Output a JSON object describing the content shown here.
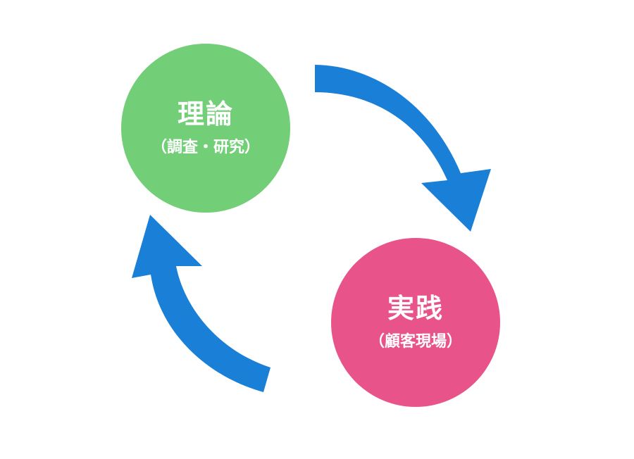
{
  "colors": {
    "background": "#ffffff",
    "theory_circle": "#72cf78",
    "practice_circle": "#e85489",
    "arrow": "#1a7fd6",
    "text": "#ffffff"
  },
  "theory": {
    "title": "理論",
    "subtitle": "（調査・研究）"
  },
  "practice": {
    "title": "実践",
    "subtitle": "（顧客現場）"
  }
}
